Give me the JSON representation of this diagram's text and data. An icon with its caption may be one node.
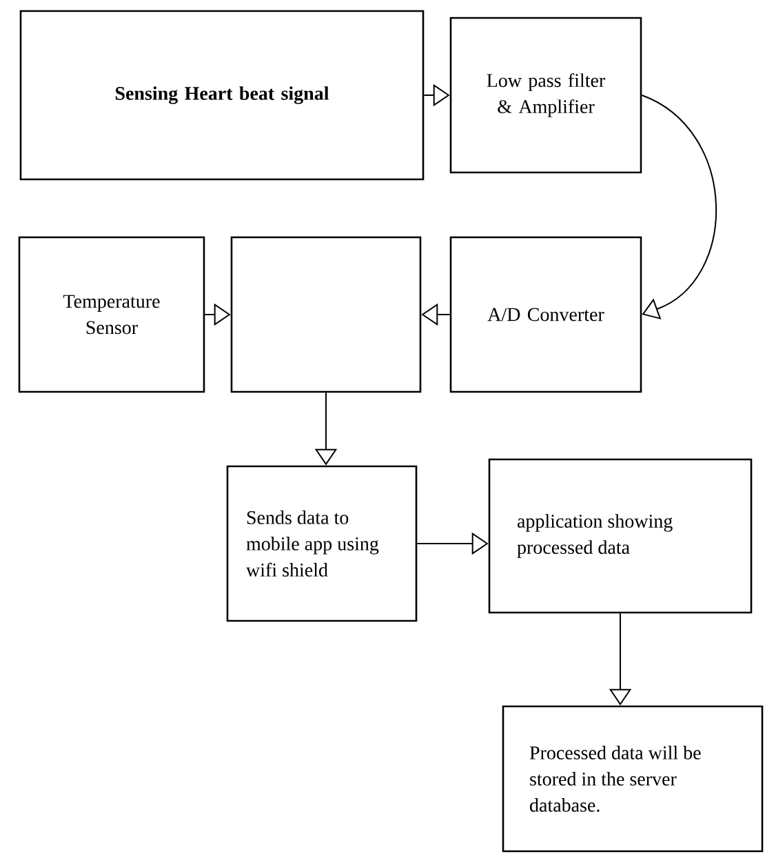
{
  "diagram": {
    "nodes": [
      {
        "text": [
          "Sensing Heart beat signal"
        ]
      },
      {
        "text": [
          "Low pass filter & Amplifier"
        ]
      },
      {
        "text": [
          "Temperature Sensor"
        ]
      },
      {
        "text": [],
        "shape": "box"
      },
      {
        "text": [
          "A/D Converter"
        ]
      },
      {
        "text": [
          "Sends data to mobile app using wifi shield"
        ]
      },
      {
        "text": [
          "application showing processed data"
        ]
      },
      {
        "text": [
          "Processed data will be stored in the server database."
        ]
      }
    ],
    "edges": [
      {
        "from": 0,
        "to": 1,
        "arrow": "to"
      },
      {
        "from": 1,
        "to": 4,
        "arrow": "to"
      },
      {
        "from": 2,
        "to": 3,
        "arrow": "to"
      },
      {
        "from": 4,
        "to": 3,
        "arrow": "to"
      },
      {
        "from": 3,
        "to": 5,
        "arrow": "to"
      },
      {
        "from": 5,
        "to": 6,
        "arrow": "to"
      },
      {
        "from": 6,
        "to": 7,
        "arrow": "to"
      }
    ]
  }
}
